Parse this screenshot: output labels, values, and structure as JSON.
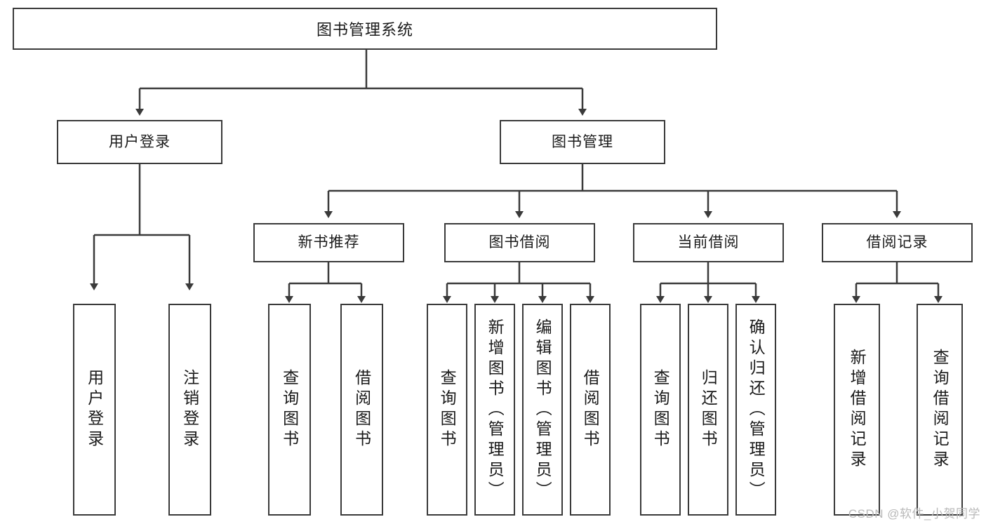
{
  "diagram": {
    "title": "图书管理系统",
    "type": "tree-hierarchy",
    "root": {
      "label": "图书管理系统"
    },
    "level2": [
      {
        "label": "用户登录"
      },
      {
        "label": "图书管理"
      }
    ],
    "level3": [
      {
        "label": "新书推荐"
      },
      {
        "label": "图书借阅"
      },
      {
        "label": "当前借阅"
      },
      {
        "label": "借阅记录"
      }
    ],
    "leaves": {
      "user_login": [
        {
          "label": "用户登录"
        },
        {
          "label": "注销登录"
        }
      ],
      "new_book_recommend": [
        {
          "label": "查询图书"
        },
        {
          "label": "借阅图书"
        }
      ],
      "book_borrow": [
        {
          "label": "查询图书"
        },
        {
          "label": "新增图书（管理员）"
        },
        {
          "label": "编辑图书（管理员）"
        },
        {
          "label": "借阅图书"
        }
      ],
      "current_borrow": [
        {
          "label": "查询图书"
        },
        {
          "label": "归还图书"
        },
        {
          "label": "确认归还（管理员）"
        }
      ],
      "borrow_record": [
        {
          "label": "新增借阅记录"
        },
        {
          "label": "查询借阅记录"
        }
      ]
    }
  },
  "watermark": {
    "text": "CSDN @软件_小贺同学"
  },
  "colors": {
    "stroke": "#3a3a3a",
    "text": "#1a1a1a",
    "background": "#ffffff",
    "watermark": "#b9b9b9"
  }
}
